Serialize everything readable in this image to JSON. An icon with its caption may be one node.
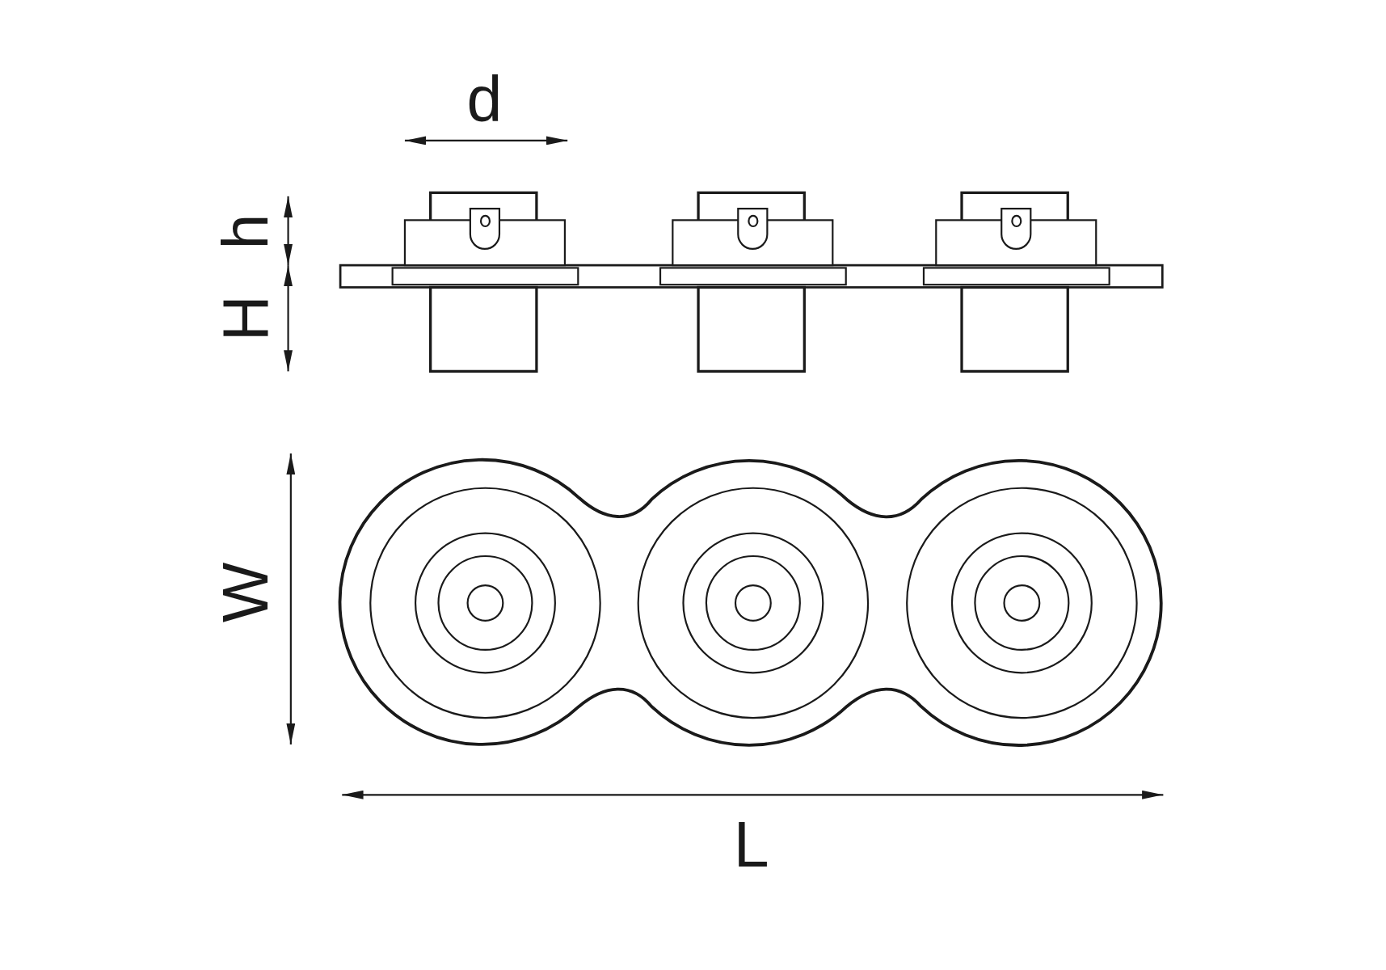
{
  "diagram": {
    "labels": [
      "d",
      "h",
      "H",
      "W",
      "L"
    ]
  }
}
